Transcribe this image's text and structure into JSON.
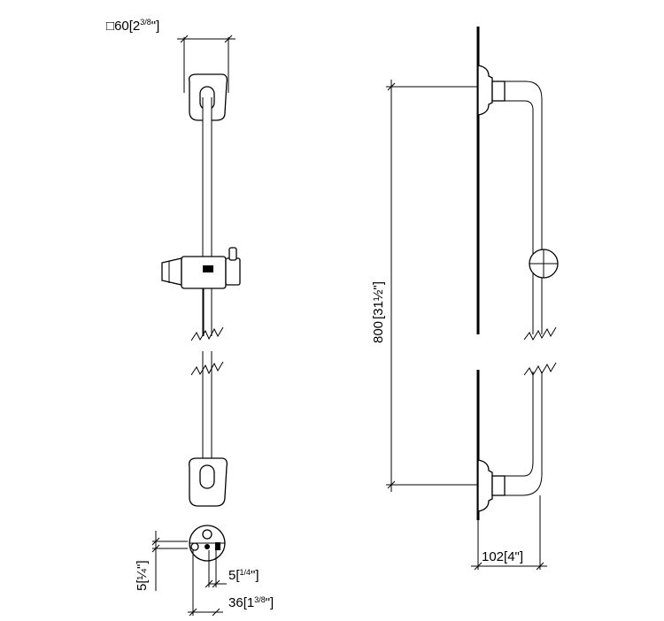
{
  "dimensions": {
    "top_width": {
      "symbol": "□",
      "mm": "60",
      "inch_open": "[2",
      "inch_frac": "3/8",
      "inch_close": "\"]"
    },
    "height": {
      "mm": "800",
      "inch": "[31½\"]"
    },
    "projection": {
      "mm": "102",
      "inch": "[4\"]"
    },
    "offset_vertical": {
      "mm": "5",
      "inch": "[¼\"]"
    },
    "offset_small": {
      "mm": "5",
      "inch_open": "[",
      "inch_frac": "1/4",
      "inch_close": "\"]"
    },
    "base_width": {
      "mm": "36",
      "inch_open": "[1",
      "inch_frac": "3/8",
      "inch_close": "\"]"
    }
  },
  "icons": {
    "slider": "shower-slider-clamp",
    "break": "break-line-icon",
    "crosshair": "center-crosshair-icon"
  }
}
